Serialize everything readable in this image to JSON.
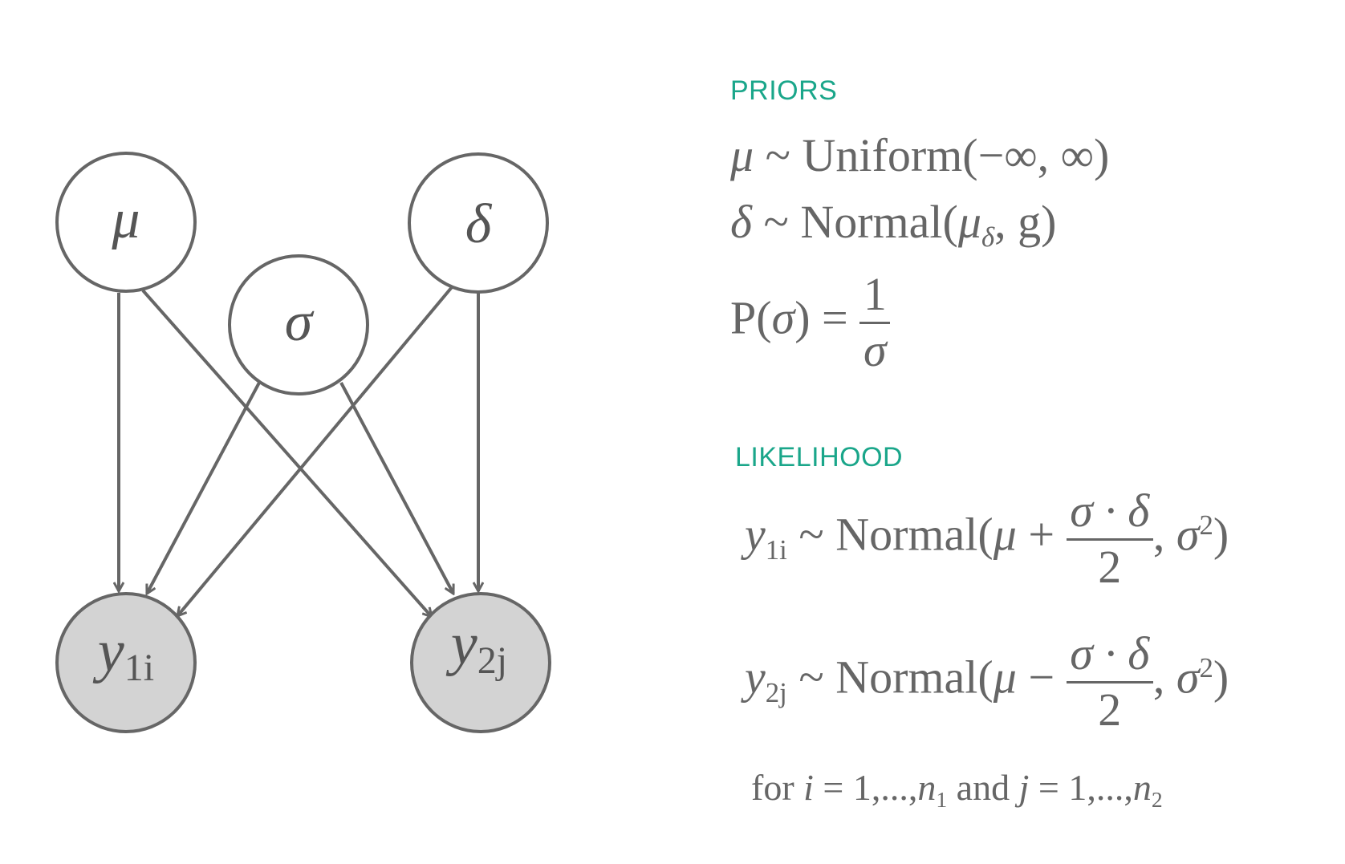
{
  "colors": {
    "stroke": "#666666",
    "observed_fill": "#d3d3d3",
    "latent_fill": "#ffffff",
    "heading": "#1aa68a"
  },
  "nodes": {
    "mu": {
      "symbol": "μ",
      "observed": false
    },
    "sigma": {
      "symbol": "σ",
      "observed": false
    },
    "delta": {
      "symbol": "δ",
      "observed": false
    },
    "y1": {
      "symbol": "y",
      "sub": "1i",
      "observed": true
    },
    "y2": {
      "symbol": "y",
      "sub": "2j",
      "observed": true
    }
  },
  "edges": [
    {
      "from": "mu",
      "to": "y1"
    },
    {
      "from": "mu",
      "to": "y2"
    },
    {
      "from": "sigma",
      "to": "y1"
    },
    {
      "from": "sigma",
      "to": "y2"
    },
    {
      "from": "delta",
      "to": "y1"
    },
    {
      "from": "delta",
      "to": "y2"
    }
  ],
  "priors": {
    "heading": "PRIORS",
    "mu_eq": {
      "var": "μ",
      "tilde": "~",
      "dist": "Uniform(−∞, ∞)"
    },
    "delta_eq": {
      "var": "δ",
      "tilde": "~",
      "dist": "Normal(",
      "mu": "μ",
      "mu_sub": "δ",
      "rest": ", g)"
    },
    "sigma_eq": {
      "lhs_open": "P(",
      "lhs_var": "σ",
      "lhs_close": ") =",
      "num": "1",
      "den": "σ"
    }
  },
  "likelihood": {
    "heading": "LIKELIHOOD",
    "y1_eq": {
      "var": "y",
      "sub": "1i",
      "tilde": "~",
      "dist": "Normal(",
      "mu": "μ",
      "op": "+",
      "num": "σ · δ",
      "den": "2",
      "tail_open": ",",
      "tail_var": "σ",
      "tail_sup": "2",
      "tail_close": ")"
    },
    "y2_eq": {
      "var": "y",
      "sub": "2j",
      "tilde": "~",
      "dist": "Normal(",
      "mu": "μ",
      "op": "−",
      "num": "σ · δ",
      "den": "2",
      "tail_open": ",",
      "tail_var": "σ",
      "tail_sup": "2",
      "tail_close": ")"
    },
    "footnote": {
      "w_for": "for",
      "i": "i",
      "eq1": "= 1,...,",
      "n1": "n",
      "n1_sub": "1",
      "w_and": "and",
      "j": "j",
      "eq2": "= 1,...,",
      "n2": "n",
      "n2_sub": "2"
    }
  }
}
